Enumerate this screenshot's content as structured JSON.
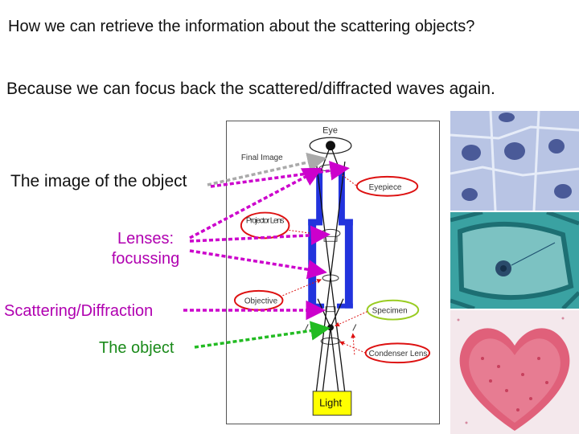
{
  "slide": {
    "title_line1": "How we can retrieve the information about the scattering objects?",
    "title_line2": "Because we can focus back the scattered/diffracted waves again."
  },
  "labels": {
    "image": "The image of the object",
    "lenses": "Lenses: focussing",
    "scattering": "Scattering/Diffraction",
    "object": "The object"
  },
  "diagram": {
    "eye": "Eye",
    "final_image": "Final Image",
    "eyepiece": "Eyepiece",
    "projector_lens": "Projector Lens",
    "objective": "Objective",
    "specimen": "Specimen",
    "condenser_lens": "Condenser Lens",
    "light": "Light"
  },
  "colors": {
    "magenta": "#cc00cc",
    "green": "#22bb22",
    "grey_arrow": "#aaaaaa",
    "tube_blue": "#2233dd",
    "oval_red": "#dd1111",
    "oval_green": "#99cc22",
    "light_yellow": "#ffff00"
  }
}
